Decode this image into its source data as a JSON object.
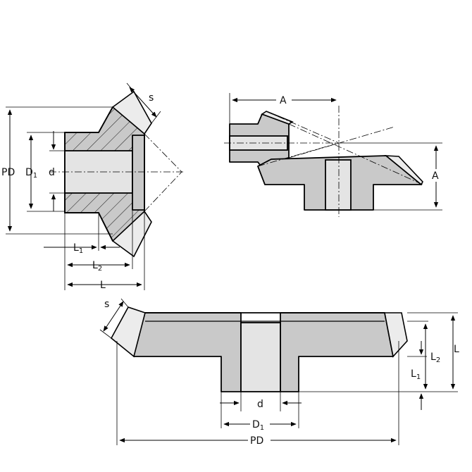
{
  "labels": {
    "s": "s",
    "pd": "PD",
    "d": "d",
    "a": "A",
    "l": "L",
    "d1_main": "D",
    "l1_main": "L",
    "l2_main": "L",
    "sub_1": "1",
    "sub_2": "2"
  },
  "colors": {
    "section_fill": "#c9c9c9",
    "bore_fill": "#e4e4e4",
    "line": "#000000",
    "background": "#ffffff"
  }
}
